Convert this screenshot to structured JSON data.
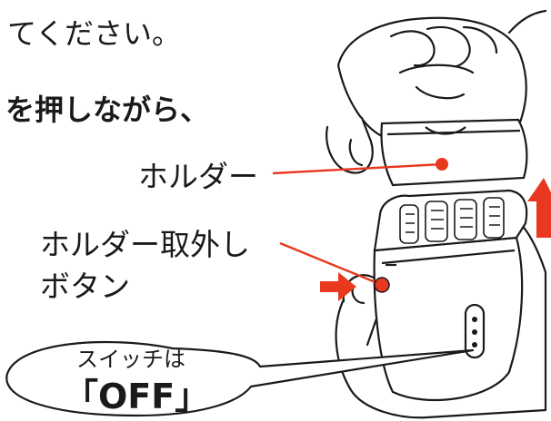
{
  "instructions": {
    "line1": "てください。",
    "line2": "を押しながら、"
  },
  "callouts": {
    "holder": "ホルダー",
    "release_button_line1": "ホルダー取外し",
    "release_button_line2": "ボタン"
  },
  "bubble": {
    "line1": "スイッチは",
    "line2": "「OFF」"
  },
  "colors": {
    "accent": "#e8381f",
    "outline": "#1a1a1a"
  }
}
